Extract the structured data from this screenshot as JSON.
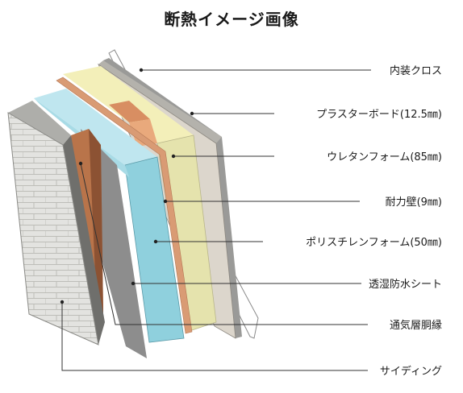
{
  "title": "断熱イメージ画像",
  "layers": [
    {
      "id": "interior-cloth",
      "label": "内装クロス"
    },
    {
      "id": "plasterboard",
      "label": "プラスターボード(12.5㎜)"
    },
    {
      "id": "urethane-foam",
      "label": "ウレタンフォーム(85㎜)"
    },
    {
      "id": "structural-wall",
      "label": "耐力壁(9㎜)"
    },
    {
      "id": "polystyrene-foam",
      "label": "ポリスチレンフォーム(50㎜)"
    },
    {
      "id": "moisture-sheet",
      "label": "透湿防水シート"
    },
    {
      "id": "ventilation-furring",
      "label": "通気層胴縁"
    },
    {
      "id": "siding",
      "label": "サイディング"
    }
  ]
}
